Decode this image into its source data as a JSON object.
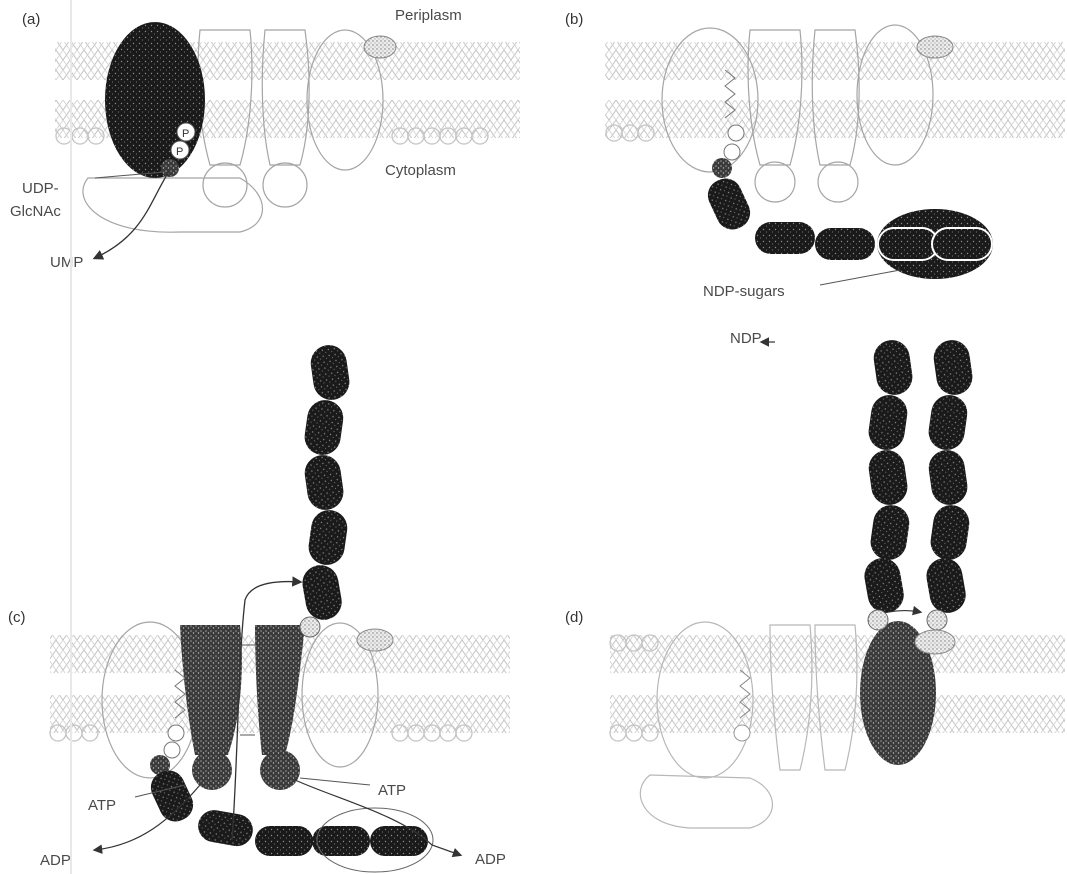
{
  "panels": {
    "a": {
      "label": "(a)"
    },
    "b": {
      "label": "(b)"
    },
    "c": {
      "label": "(c)"
    },
    "d": {
      "label": "(d)"
    }
  },
  "labels": {
    "periplasm": "Periplasm",
    "cytoplasm": "Cytoplasm",
    "udp_line1": "UDP-",
    "udp_line2": "GlcNAc",
    "ump": "UMP",
    "ndp_sugars": "NDP-sugars",
    "ndp": "NDP",
    "atp_left": "ATP",
    "atp_right": "ATP",
    "adp_left": "ADP",
    "adp_right": "ADP",
    "phosphate": "P"
  },
  "colors": {
    "ink": "#111111",
    "membrane": "#c4c4c4",
    "outline": "#9a9a9a",
    "text": "#4a4a4a"
  }
}
